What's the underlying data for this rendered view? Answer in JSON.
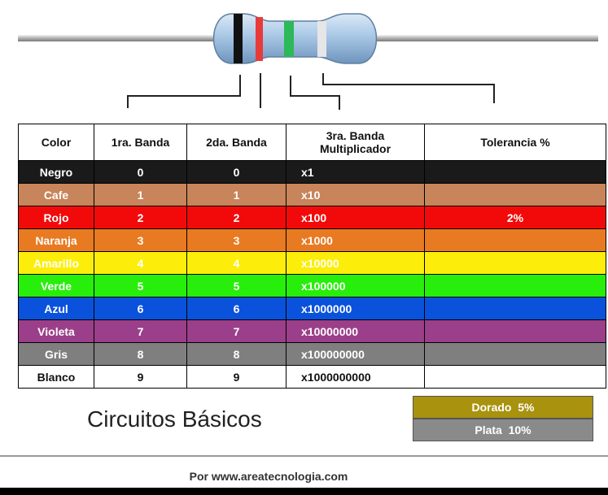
{
  "headers": {
    "color": "Color",
    "band1": "1ra. Banda",
    "band2": "2da. Banda",
    "band3_line1": "3ra. Banda",
    "band3_line2": "Multiplicador",
    "tolerance": "Tolerancia %"
  },
  "rows": [
    {
      "color": "Negro",
      "band1": "0",
      "band2": "0",
      "multiplier": "x1",
      "tolerance": "",
      "bg": "#1a1a1a",
      "fg": "#ffffff"
    },
    {
      "color": "Cafe",
      "band1": "1",
      "band2": "1",
      "multiplier": "x10",
      "tolerance": "",
      "bg": "#c8845a",
      "fg": "#ffffff"
    },
    {
      "color": "Rojo",
      "band1": "2",
      "band2": "2",
      "multiplier": "x100",
      "tolerance": "2%",
      "bg": "#f20a0a",
      "fg": "#ffffff"
    },
    {
      "color": "Naranja",
      "band1": "3",
      "band2": "3",
      "multiplier": "x1000",
      "tolerance": "",
      "bg": "#e87a22",
      "fg": "#ffffff"
    },
    {
      "color": "Amarillo",
      "band1": "4",
      "band2": "4",
      "multiplier": "x10000",
      "tolerance": "",
      "bg": "#fcee0a",
      "fg": "#ffffff"
    },
    {
      "color": "Verde",
      "band1": "5",
      "band2": "5",
      "multiplier": "x100000",
      "tolerance": "",
      "bg": "#27ee0a",
      "fg": "#ffffff"
    },
    {
      "color": "Azul",
      "band1": "6",
      "band2": "6",
      "multiplier": "x1000000",
      "tolerance": "",
      "bg": "#0a52dc",
      "fg": "#ffffff"
    },
    {
      "color": "Violeta",
      "band1": "7",
      "band2": "7",
      "multiplier": "x10000000",
      "tolerance": "",
      "bg": "#9b3f8a",
      "fg": "#ffffff"
    },
    {
      "color": "Gris",
      "band1": "8",
      "band2": "8",
      "multiplier": "x100000000",
      "tolerance": "",
      "bg": "#7f7f7f",
      "fg": "#ffffff"
    },
    {
      "color": "Blanco",
      "band1": "9",
      "band2": "9",
      "multiplier": "x1000000000",
      "tolerance": "",
      "bg": "#ffffff",
      "fg": "#111111"
    }
  ],
  "extra_tolerances": [
    {
      "label": "Dorado  5%",
      "bg": "#a8920e"
    },
    {
      "label": "Plata  10%",
      "bg": "#8a8a8a"
    }
  ],
  "brand": "Circuitos Básicos",
  "footer": "Por www.areatecnologia.com",
  "resistor": {
    "body_color": "#a8c7e6",
    "bands": [
      {
        "name": "band-black",
        "color": "#111111"
      },
      {
        "name": "band-red",
        "color": "#e83a3a"
      },
      {
        "name": "band-green",
        "color": "#2db85a"
      },
      {
        "name": "band-silver",
        "color": "#e6e6e6"
      }
    ]
  }
}
